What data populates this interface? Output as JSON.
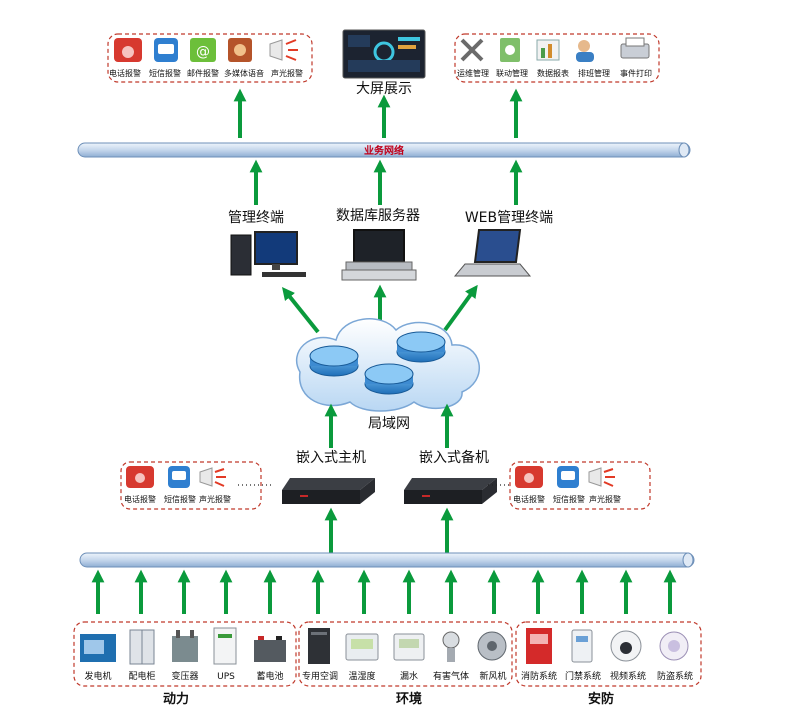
{
  "top_left_alarms": [
    "电话报警",
    "短信报警",
    "邮件报警",
    "多媒体语音",
    "声光报警"
  ],
  "big_screen": "大屏展示",
  "top_right_mgmt": [
    "运维管理",
    "联动管理",
    "数据报表",
    "排班管理",
    "事件打印"
  ],
  "business_network": "业务网络",
  "terminals": [
    "管理终端",
    "数据库服务器",
    "WEB管理终端"
  ],
  "lan": "局域网",
  "host_main": "嵌入式主机",
  "host_backup": "嵌入式备机",
  "host_alarms": [
    "电话报警",
    "短信报警",
    "声光报警"
  ],
  "devices": {
    "power": [
      "发电机",
      "配电柜",
      "变压器",
      "UPS",
      "蓄电池"
    ],
    "environment": [
      "专用空调",
      "温湿度",
      "漏水",
      "有害气体",
      "新风机"
    ],
    "security": [
      "消防系统",
      "门禁系统",
      "视频系统",
      "防盗系统"
    ]
  },
  "groups": [
    "动力",
    "环境",
    "安防"
  ],
  "colors": {
    "arrow": "#0a9a3c",
    "pipe": "#b9cde6",
    "dash": "#c0392b",
    "net_text": "#c0001a"
  }
}
